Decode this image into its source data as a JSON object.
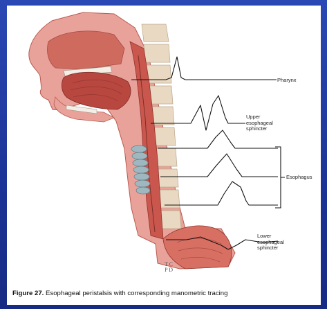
{
  "labels": {
    "pharynx": "Pharynx",
    "ues": "Upper\nesophageal\nsphincter",
    "esophagus": "Esophagus",
    "les": "Lower\nesophageal\nsphincter"
  },
  "caption": {
    "figure": "Figure 27.",
    "text": " Esophageal peristalsis with corresponding manometric tracing"
  },
  "stamp": {
    "line1": "T C",
    "line2": "P D"
  },
  "colors": {
    "background": "#1f3a9e",
    "muscle": "#c9574d",
    "muscle_light": "#e58f85",
    "bone": "#ead9c2",
    "trachea": "#9fb7bf"
  }
}
